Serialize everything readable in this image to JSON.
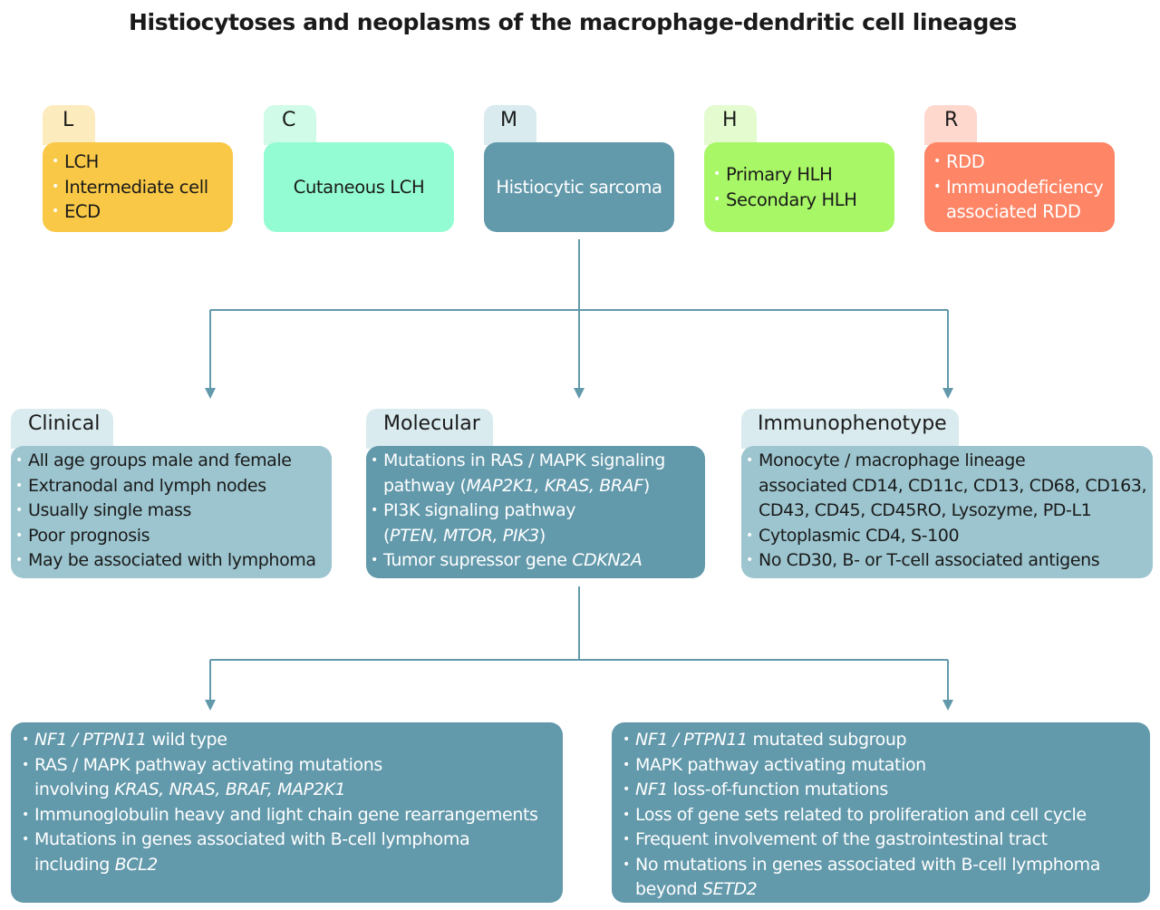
{
  "title": "Histiocytoses and neoplasms of the macrophage-dendritic cell lineages",
  "colors": {
    "L": "#f9c846",
    "L_tab": "#fcebbd",
    "C": "#93fcd2",
    "C_tab": "#cffbe8",
    "M": "#6299ab",
    "M_tab": "#d9ebef",
    "H": "#a8f767",
    "H_tab": "#e3fbcf",
    "R": "#fe8566",
    "R_tab": "#fed7cd",
    "light_box": "#9cc5cf",
    "dark_box": "#6299ab",
    "connector": "#6299ab"
  },
  "categories": [
    {
      "letter": "L",
      "items": [
        "LCH",
        "Intermediate cell",
        "ECD"
      ]
    },
    {
      "letter": "C",
      "text": "Cutaneous LCH"
    },
    {
      "letter": "M",
      "text": "Histiocytic sarcoma"
    },
    {
      "letter": "H",
      "items": [
        "Primary HLH",
        "Secondary HLH"
      ]
    },
    {
      "letter": "R",
      "items": [
        "RDD",
        "Immunodeficiency",
        "associated RDD"
      ]
    }
  ],
  "features": {
    "clinical": {
      "label": "Clinical",
      "items": [
        "All age groups male and female",
        "Extranodal and lymph nodes",
        "Usually single mass",
        "Poor prognosis",
        "May be associated with lymphoma"
      ]
    },
    "molecular": {
      "label": "Molecular",
      "items": {
        "i1a": "Mutations in RAS / MAPK signaling",
        "i1b_pre": "pathway (",
        "i1b_genes": "MAP2K1, KRAS, BRAF",
        "i1b_post": ")",
        "i2a": "PI3K signaling pathway",
        "i2b_pre": "(",
        "i2b_genes": "PTEN, MTOR, PIK3",
        "i2b_post": ")",
        "i3_pre": "Tumor supressor gene ",
        "i3_gene": "CDKN2A"
      }
    },
    "immunophenotype": {
      "label": "Immunophenotype",
      "lines": [
        "Monocyte / macrophage lineage",
        "associated CD14, CD11c, CD13, CD68, CD163,",
        "CD43, CD45, CD45RO, Lysozyme, PD-L1",
        "Cytoplasmic CD4, S-100",
        "No CD30, B- or T-cell associated antigens"
      ]
    }
  },
  "subgroups": {
    "wild_type": {
      "l1_gene": "NF1 / PTPN11",
      "l1_text": " wild type",
      "l2": "RAS / MAPK pathway activating mutations",
      "l3_pre": "involving ",
      "l3_genes": "KRAS, NRAS, BRAF, MAP2K1",
      "l4": "Immunoglobulin heavy and light chain gene rearrangements",
      "l5": "Mutations in genes associated with B-cell lymphoma",
      "l6_pre": "including ",
      "l6_gene": "BCL2"
    },
    "mutated": {
      "l1_gene": "NF1 / PTPN11",
      "l1_text": " mutated subgroup",
      "l2": "MAPK pathway activating mutation",
      "l3_gene": "NF1",
      "l3_text": " loss-of-function mutations",
      "l4": "Loss of gene sets related to proliferation and cell cycle",
      "l5": "Frequent involvement of the gastrointestinal tract",
      "l6": "No mutations in genes associated with B-cell lymphoma",
      "l7_pre": "beyond ",
      "l7_gene": "SETD2"
    }
  }
}
